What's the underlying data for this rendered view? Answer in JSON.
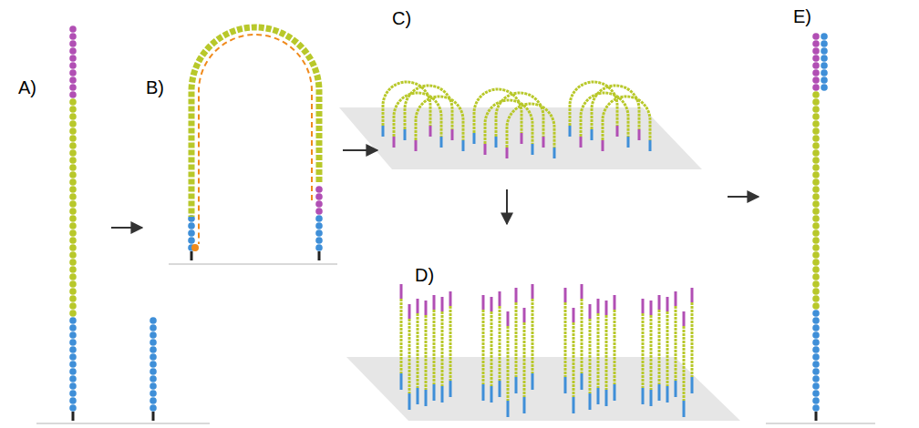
{
  "diagram": {
    "labels": [
      "A)",
      "B)",
      "C)",
      "D)",
      "E)"
    ]
  }
}
